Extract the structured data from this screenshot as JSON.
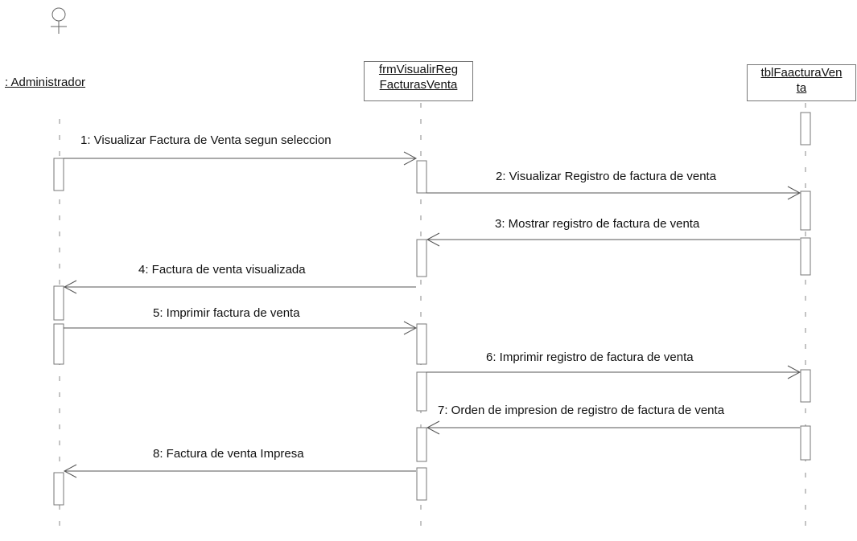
{
  "actors": [
    {
      "name": ": Administrador"
    }
  ],
  "objects": [
    {
      "line1": "frmVisualirReg",
      "line2": "FacturasVenta"
    },
    {
      "line1": "tblFaacturaVen",
      "line2": "ta"
    }
  ],
  "messages": [
    {
      "text": "1: Visualizar Factura de Venta segun seleccion"
    },
    {
      "text": "2: Visualizar Registro de factura de venta"
    },
    {
      "text": "3: Mostrar registro de factura de venta"
    },
    {
      "text": "4: Factura de venta visualizada"
    },
    {
      "text": "5: Imprimir factura de venta"
    },
    {
      "text": "6: Imprimir registro de factura de venta"
    },
    {
      "text": "7: Orden de impresion de registro de factura de venta"
    },
    {
      "text": "8: Factura de venta Impresa"
    }
  ]
}
